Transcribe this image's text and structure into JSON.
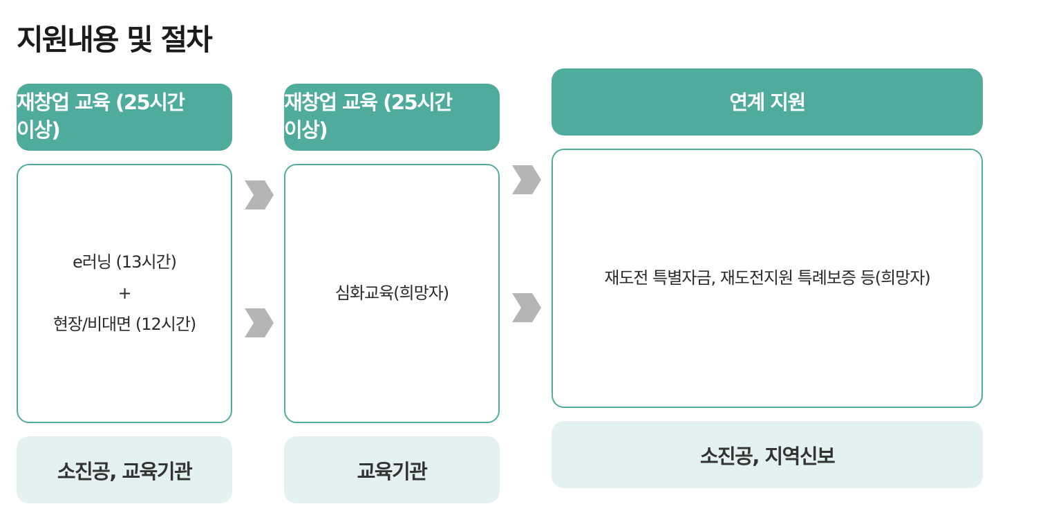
{
  "page_title": "지원내용 및 절차",
  "steps": [
    {
      "header": "재창업 교육 (25시간 이상)",
      "body_lines": [
        "e러닝 (13시간)",
        "+",
        "현장/비대면 (12시간)"
      ],
      "footer": "소진공, 교육기관"
    },
    {
      "header": "재창업 교육 (25시간 이상)",
      "body_lines": [
        "심화교육(희망자)"
      ],
      "footer": "교육기관"
    },
    {
      "header": "연계 지원",
      "body_lines": [
        "재도전 특별자금, 재도전지원 특례보증 등(희망자)"
      ],
      "footer": "소진공, 지역신보"
    }
  ],
  "colors": {
    "accent": "#4fac9c",
    "footer_bg": "#e3f1f0",
    "arrow": "#b5b5b5"
  },
  "icons": [
    "chevron-right-icon"
  ]
}
